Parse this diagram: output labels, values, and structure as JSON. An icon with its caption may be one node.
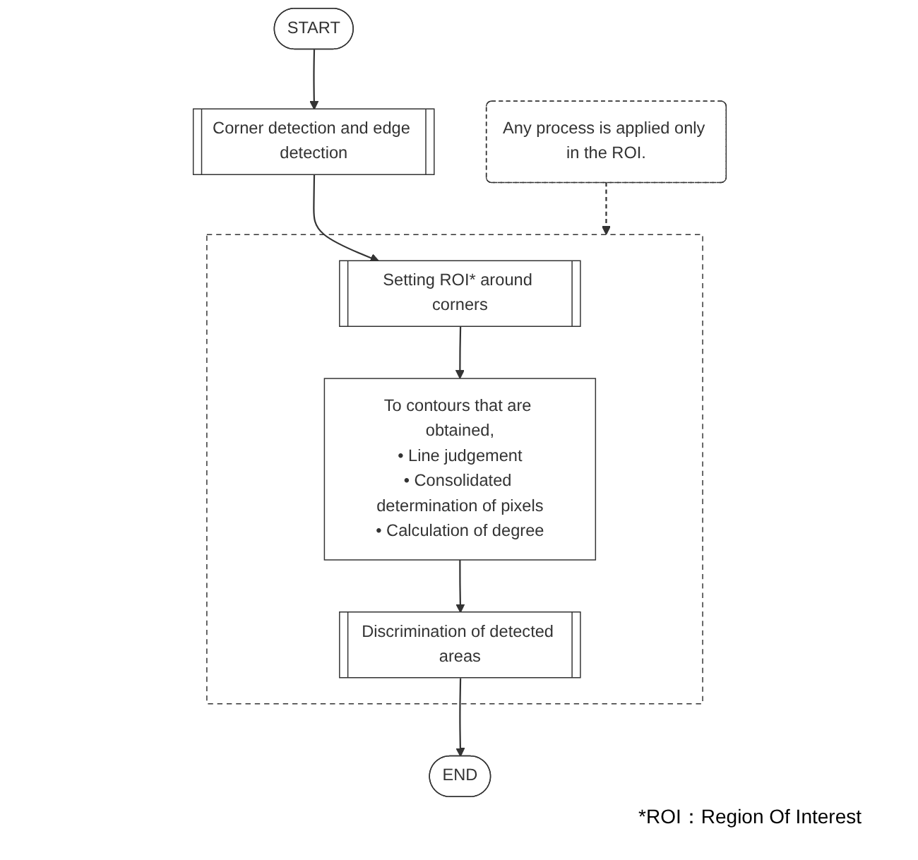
{
  "diagram": {
    "nodes": [
      {
        "text": [
          "START"
        ]
      },
      {
        "text": [
          "Any process is applied only in the ROI."
        ]
      },
      {
        "text": [
          "Corner detection and edge detection"
        ]
      },
      {
        "text": [],
        "shape": "box"
      },
      {
        "text": [
          "Setting ROI* around corners"
        ],
        "in": 3
      },
      {
        "text": [
          "To contours that are obtained,",
          "• Line judgement",
          "• Consolidated determination of pixels",
          "• Calculation of degree"
        ],
        "in": 3
      },
      {
        "text": [
          "Discrimination of detected areas"
        ],
        "in": 3
      },
      {
        "text": [
          "END"
        ]
      }
    ],
    "edges": [
      {
        "from": 0,
        "to": 2,
        "arrow": "to"
      },
      {
        "from": 2,
        "to": 4,
        "arrow": "to"
      },
      {
        "from": 4,
        "to": 5,
        "arrow": "to"
      },
      {
        "from": 5,
        "to": 6,
        "arrow": "to"
      },
      {
        "from": 6,
        "to": 7,
        "arrow": "to"
      },
      {
        "from": 1,
        "to": 3,
        "arrow": "to",
        "style": "dashed"
      }
    ],
    "labels": [
      "*ROI：Region Of Interest"
    ]
  }
}
